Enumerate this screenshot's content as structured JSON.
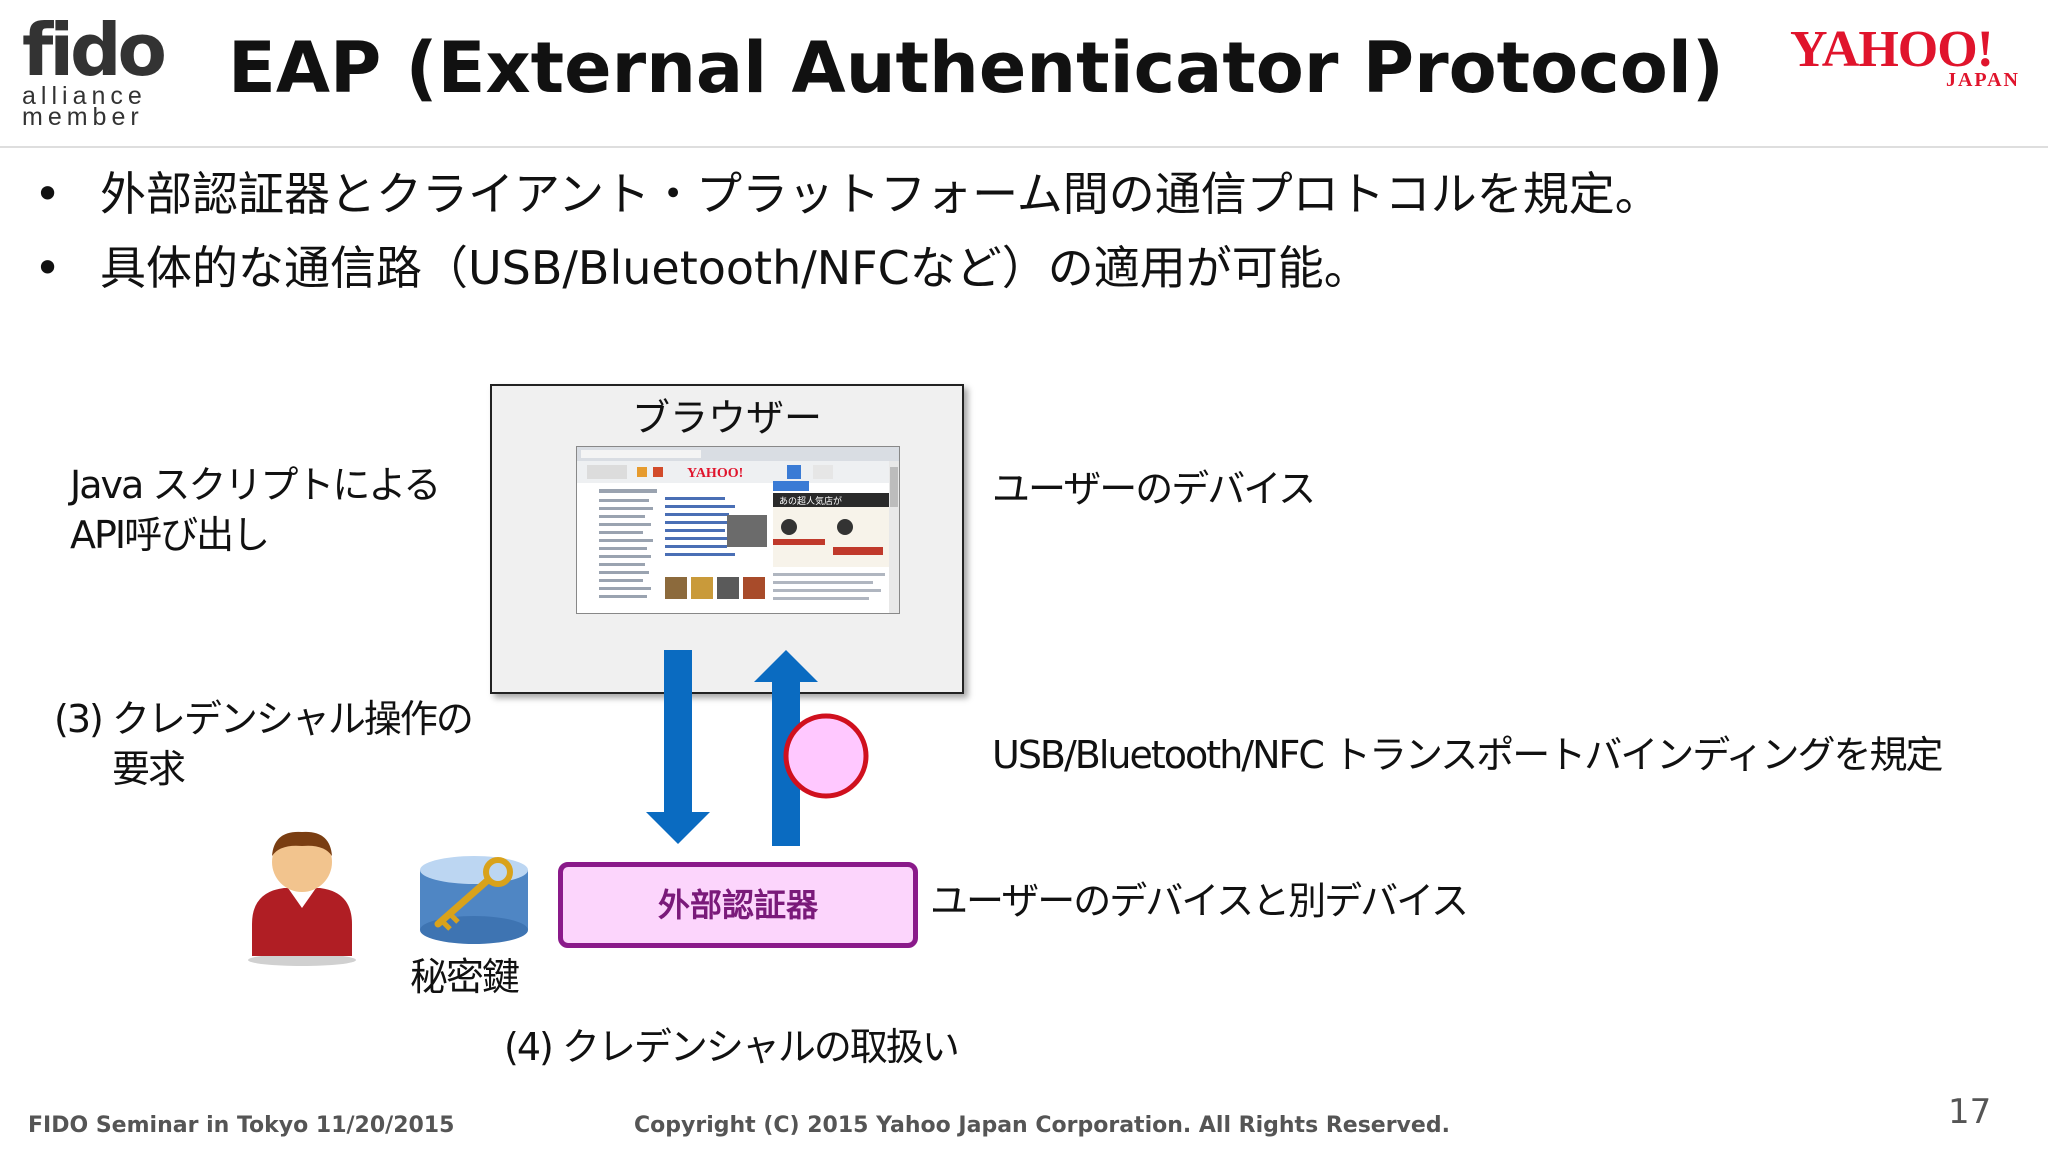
{
  "header": {
    "fido_logo": {
      "word": "fido",
      "line1": "alliance",
      "line2": "member"
    },
    "title": "EAP (External Authenticator Protocol)",
    "yahoo_logo": {
      "word": "YAHOO!",
      "sub": "JAPAN"
    }
  },
  "bullets": [
    "外部認証器とクライアント・プラットフォーム間の通信プロトコルを規定。",
    "具体的な通信路（USB/Bluetooth/NFCなど）の適用が可能。"
  ],
  "bullet_marker": "•",
  "diagram": {
    "browser_label": "ブラウザー",
    "js_api_line1": "Java スクリプトによる",
    "js_api_line2": "API呼び出し",
    "user_device": "ユーザーのデバイス",
    "step3_line1": "(3) クレデンシャル操作の",
    "step3_line2": "要求",
    "transport_binding": "USB/Bluetooth/NFC トランスポートバインディングを規定",
    "authenticator": "外部認証器",
    "separate_device": "ユーザーのデバイスと別デバイス",
    "private_key": "秘密鍵",
    "step4": "(4) クレデンシャルの取扱い",
    "screenshot_logo": "YAHOO!",
    "screenshot_banner": "あの超人気店が"
  },
  "colors": {
    "arrow": "#0a6bc1",
    "authenticator_fill": "#fcd5fc",
    "authenticator_border": "#8a1a8a",
    "circle_fill": "#ffc8ff",
    "circle_border": "#d0101e",
    "brand_red": "#e0142c"
  },
  "footer": {
    "left": "FIDO Seminar in Tokyo 11/20/2015",
    "center": "Copyright (C) 2015 Yahoo Japan Corporation. All Rights Reserved.",
    "page": "17"
  }
}
